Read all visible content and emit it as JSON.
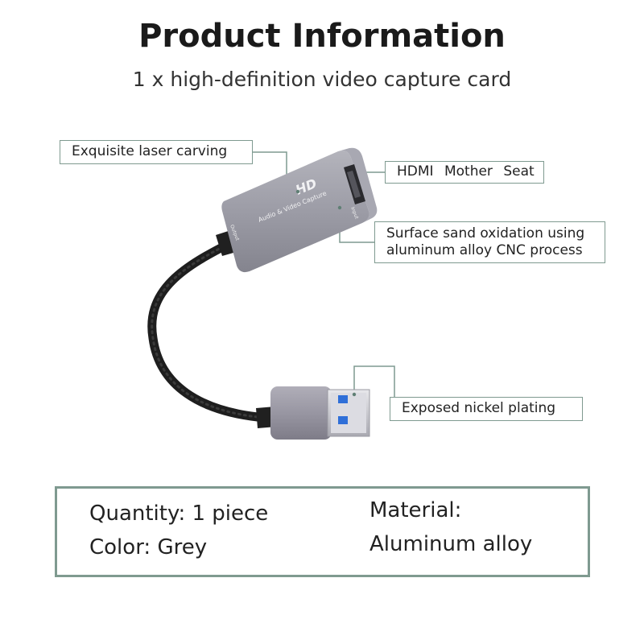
{
  "header": {
    "title": "Product Information",
    "subtitle": "1 x high-definition video capture card"
  },
  "device": {
    "logo_text": "HD",
    "body_label": "Audio & Video Capture",
    "port_in_label": "Input",
    "port_out_label": "Output"
  },
  "callouts": {
    "laser": "Exquisite laser carving",
    "hdmi": "HDMI Mother Seat",
    "surface_line1": "Surface sand oxidation using",
    "surface_line2": "aluminum alloy CNC process",
    "nickel": "Exposed nickel plating"
  },
  "specs": {
    "quantity": "Quantity: 1 piece",
    "color": "Color: Grey",
    "material_label": "Material:",
    "material_value": "Aluminum alloy"
  },
  "colors": {
    "accent_border": "#7f9a90",
    "device_grey": "#9a9aa3",
    "usb_blue": "#2f6fd8",
    "cable": "#1e1e1e"
  }
}
